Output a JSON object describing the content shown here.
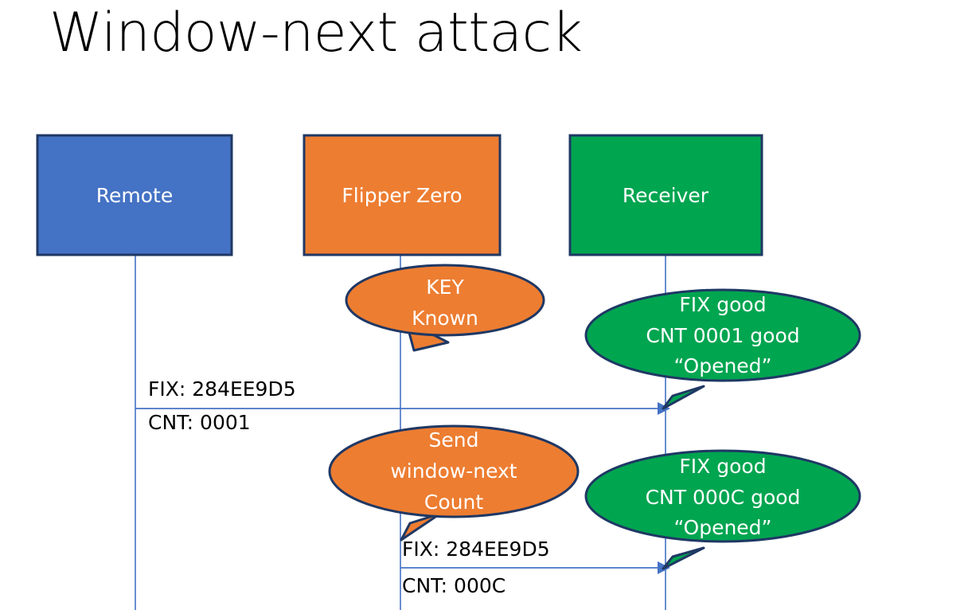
{
  "slide": {
    "title": "Window-next attack",
    "background": "#ffffff"
  },
  "colors": {
    "remote_fill": "#4472C4",
    "flipper_fill": "#ED7D31",
    "receiver_fill": "#00A550",
    "shape_outline": "#1F3864",
    "line": "#4472C4",
    "label_text": "#000000",
    "shape_text": "#ffffff"
  },
  "actors": [
    {
      "id": "remote",
      "label": "Remote",
      "fill": "#4472C4"
    },
    {
      "id": "flipper",
      "label": "Flipper Zero",
      "fill": "#ED7D31"
    },
    {
      "id": "receiver",
      "label": "Receiver",
      "fill": "#00A550"
    }
  ],
  "bubbles": [
    {
      "id": "flipper-key-known",
      "owner": "flipper",
      "fill": "#ED7D31",
      "lines": [
        "KEY",
        "Known"
      ]
    },
    {
      "id": "receiver-cnt-0001",
      "owner": "receiver",
      "fill": "#00A550",
      "lines": [
        "FIX good",
        "CNT 0001 good",
        "“Opened”"
      ]
    },
    {
      "id": "flipper-send-window-next",
      "owner": "flipper",
      "fill": "#ED7D31",
      "lines": [
        "Send",
        "window-next",
        "Count"
      ]
    },
    {
      "id": "receiver-cnt-000c",
      "owner": "receiver",
      "fill": "#00A550",
      "lines": [
        "FIX good",
        "CNT 000C good",
        "“Opened”"
      ]
    }
  ],
  "messages": [
    {
      "id": "msg-remote-to-receiver",
      "from": "remote",
      "to": "receiver",
      "fix_label": "FIX: 284EE9D5",
      "cnt_label": "CNT: 0001"
    },
    {
      "id": "msg-flipper-to-receiver",
      "from": "flipper",
      "to": "receiver",
      "fix_label": "FIX: 284EE9D5",
      "cnt_label": "CNT: 000C"
    }
  ]
}
